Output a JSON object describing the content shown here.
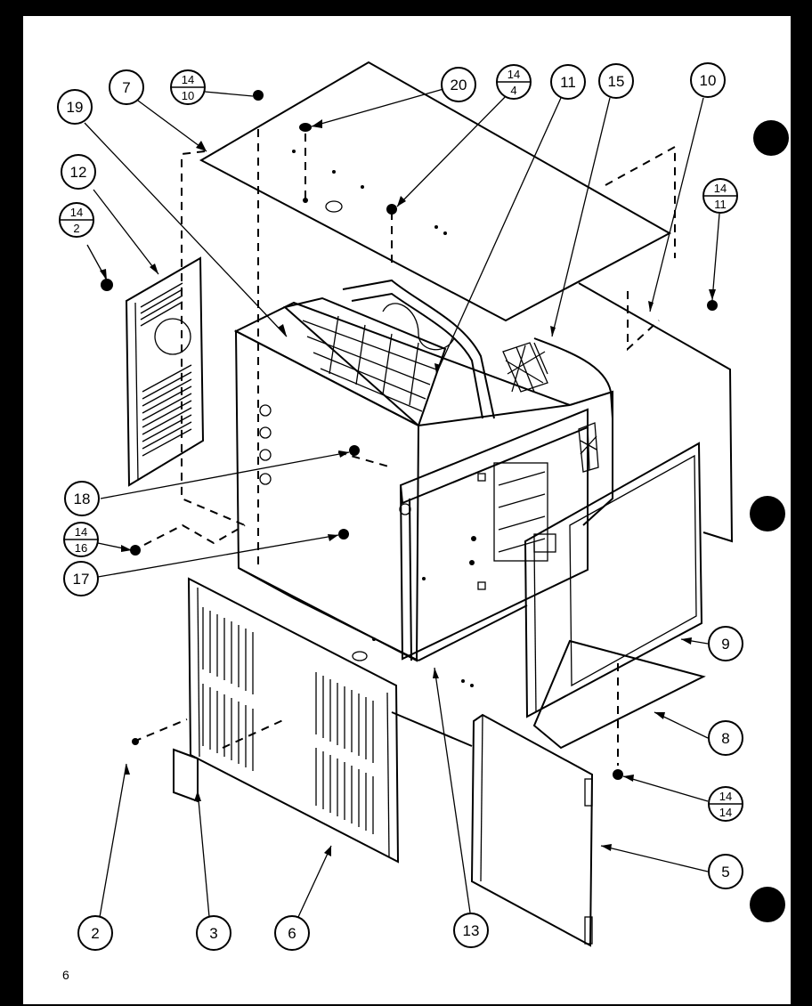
{
  "page_number": "6",
  "callouts": [
    {
      "label": "7"
    },
    {
      "label": "19"
    },
    {
      "label": "12"
    },
    {
      "label": "20"
    },
    {
      "label": "11"
    },
    {
      "label": "15"
    },
    {
      "label": "10"
    },
    {
      "label": "18"
    },
    {
      "label": "17"
    },
    {
      "label": "9"
    },
    {
      "label": "8"
    },
    {
      "label": "5"
    },
    {
      "label": "2"
    },
    {
      "label": "3"
    },
    {
      "label": "6"
    },
    {
      "label": "13"
    }
  ],
  "fraction_callouts": [
    {
      "top": "14",
      "bottom": "10"
    },
    {
      "top": "14",
      "bottom": "4"
    },
    {
      "top": "14",
      "bottom": "2"
    },
    {
      "top": "14",
      "bottom": "11"
    },
    {
      "top": "14",
      "bottom": "16"
    },
    {
      "top": "14",
      "bottom": "14"
    }
  ]
}
